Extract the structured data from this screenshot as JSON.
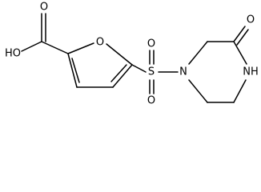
{
  "molecule": {
    "atoms": {
      "hydroxyl": "HO",
      "carbonyl_o": "O",
      "furan_o": "O",
      "sulfur": "S",
      "sulfonyl_o_top": "O",
      "sulfonyl_o_bottom": "O",
      "n_piperazine": "N",
      "ketone_o": "O",
      "nh": "NH"
    }
  },
  "colors": {
    "bond": "#000000",
    "text": "#000000",
    "background": "#ffffff"
  }
}
